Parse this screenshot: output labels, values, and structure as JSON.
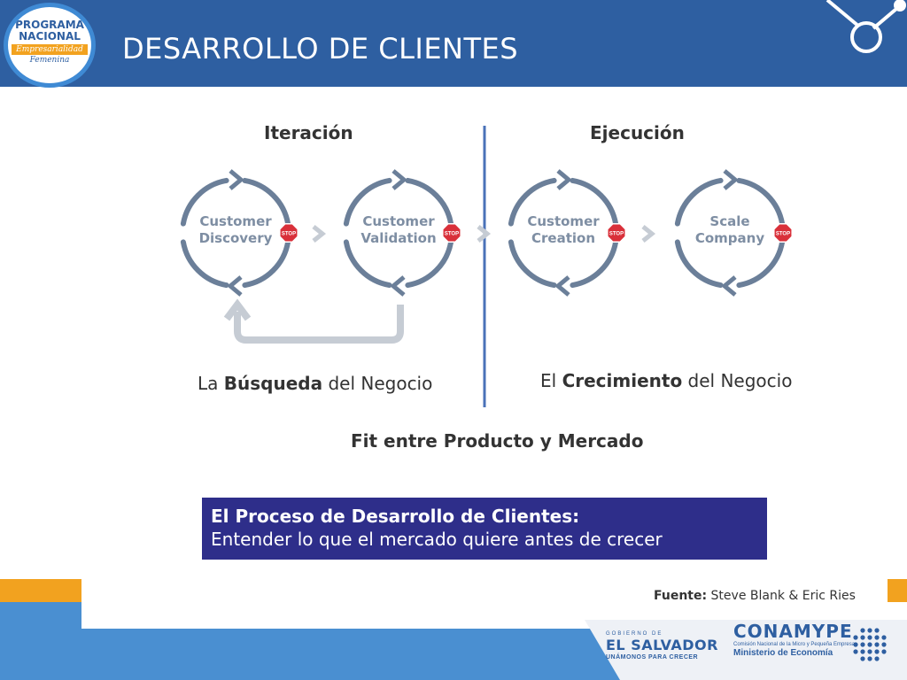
{
  "header": {
    "title": "DESARROLLO DE CLIENTES",
    "logo": {
      "line1": "PROGRAMA",
      "line2": "NACIONAL",
      "line3": "Empresarialidad",
      "line4": "Femenina"
    }
  },
  "diagram": {
    "left_heading": "Iteración",
    "right_heading": "Ejecución",
    "stages": [
      {
        "line1": "Customer",
        "line2": "Discovery"
      },
      {
        "line1": "Customer",
        "line2": "Validation"
      },
      {
        "line1": "Customer",
        "line2": "Creation"
      },
      {
        "line1": "Scale",
        "line2": "Company"
      }
    ],
    "stop_label": "STOP",
    "left_caption": {
      "pre": "La ",
      "bold": "Búsqueda",
      "post": " del Negocio"
    },
    "right_caption": {
      "pre": "El ",
      "bold": "Crecimiento",
      "post": " del Negocio"
    },
    "fit": "Fit entre Producto y Mercado"
  },
  "process_box": {
    "title": "El Proceso de Desarrollo de Clientes:",
    "subtitle": "Entender lo que el mercado quiere antes de crecer"
  },
  "source": {
    "label": "Fuente:",
    "value": " Steve Blank & Eric Ries"
  },
  "footer": {
    "gov_small": "GOBIERNO DE",
    "gov_name": "EL SALVADOR",
    "gov_slogan": "UNÁMONOS PARA CRECER",
    "conamype": "CONAMYPE",
    "conamype_sub": "Comisión Nacional de la Micro y Pequeña Empresa",
    "ministry": "Ministerio de Economía"
  },
  "colors": {
    "header_blue": "#2e5fa1",
    "accent_orange": "#f2a21f",
    "process_navy": "#2e2e8a",
    "cycle_gray": "#6b7f99",
    "stop_red": "#d9303a"
  }
}
